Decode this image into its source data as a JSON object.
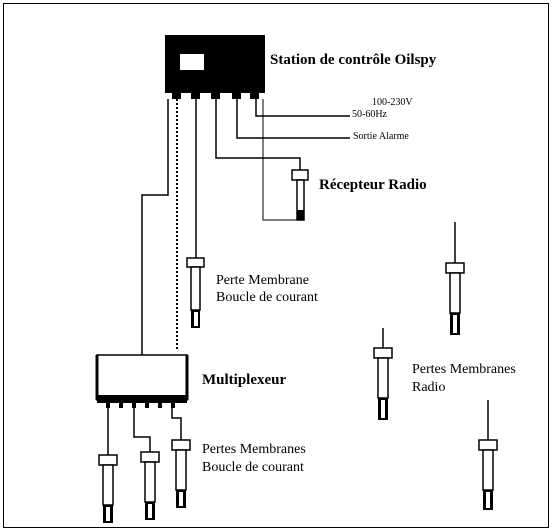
{
  "labels": {
    "station": "Station de contrôle Oilspy",
    "power_line1": "100-230V",
    "power_line2": "50-60Hz",
    "alarm_output": "Sortie Alarme",
    "radio_receiver": "Récepteur Radio",
    "probe_loop_line1": "Perte Membrane",
    "probe_loop_line2": "Boucle de courant",
    "multiplexer": "Multiplexeur",
    "radio_probes_line1": "Pertes Membranes",
    "radio_probes_line2": "Radio",
    "loop_probes_line1": "Pertes Membranes",
    "loop_probes_line2": "Boucle de courant"
  },
  "colors": {
    "ink": "#000000",
    "background": "#ffffff",
    "display": "#ffffff"
  }
}
